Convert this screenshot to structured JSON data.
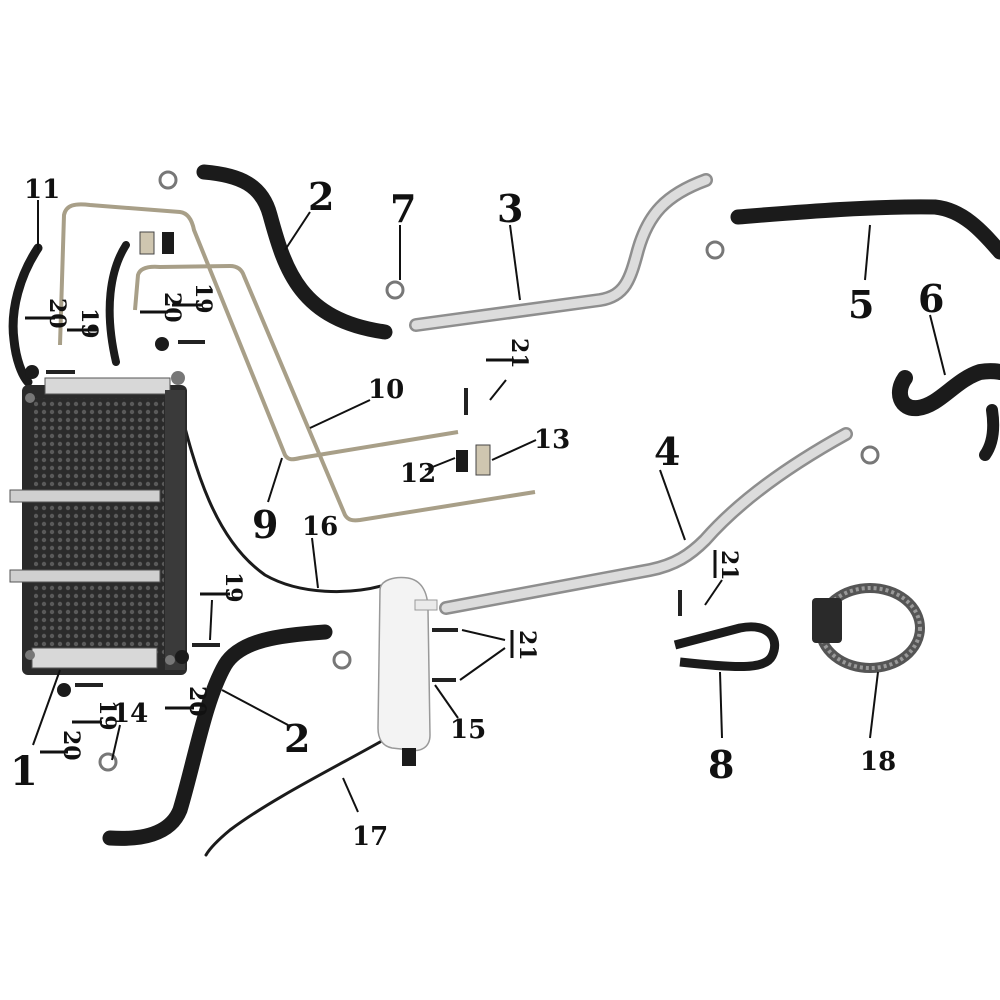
{
  "parts": [
    {
      "id": "1",
      "label": "1"
    },
    {
      "id": "2a",
      "label": "2"
    },
    {
      "id": "2b",
      "label": "2"
    },
    {
      "id": "3",
      "label": "3"
    },
    {
      "id": "4",
      "label": "4"
    },
    {
      "id": "5",
      "label": "5"
    },
    {
      "id": "6",
      "label": "6"
    },
    {
      "id": "7",
      "label": "7"
    },
    {
      "id": "8",
      "label": "8"
    },
    {
      "id": "9",
      "label": "9"
    },
    {
      "id": "10",
      "label": "10"
    },
    {
      "id": "11",
      "label": "11"
    },
    {
      "id": "12",
      "label": "12"
    },
    {
      "id": "13",
      "label": "13"
    },
    {
      "id": "14",
      "label": "14"
    },
    {
      "id": "15",
      "label": "15"
    },
    {
      "id": "16",
      "label": "16"
    },
    {
      "id": "17",
      "label": "17"
    },
    {
      "id": "18",
      "label": "18"
    },
    {
      "id": "19a",
      "label": "19"
    },
    {
      "id": "19b",
      "label": "19"
    },
    {
      "id": "19c",
      "label": "19"
    },
    {
      "id": "19d",
      "label": "19"
    },
    {
      "id": "20a",
      "label": "20"
    },
    {
      "id": "20b",
      "label": "20"
    },
    {
      "id": "20c",
      "label": "20"
    },
    {
      "id": "20d",
      "label": "20"
    },
    {
      "id": "21a",
      "label": "21"
    },
    {
      "id": "21b",
      "label": "21"
    },
    {
      "id": "21c",
      "label": "21"
    }
  ],
  "colors": {
    "hose": "#1b1b1b",
    "pipe": "#c9c9c9",
    "pipe_edge": "#8a8a8a",
    "frame": "#2a2a2a",
    "core": "#3a3a3a",
    "bracket": "#cfc6b0",
    "tank": "#f2f2f2",
    "ink": "#111111"
  }
}
